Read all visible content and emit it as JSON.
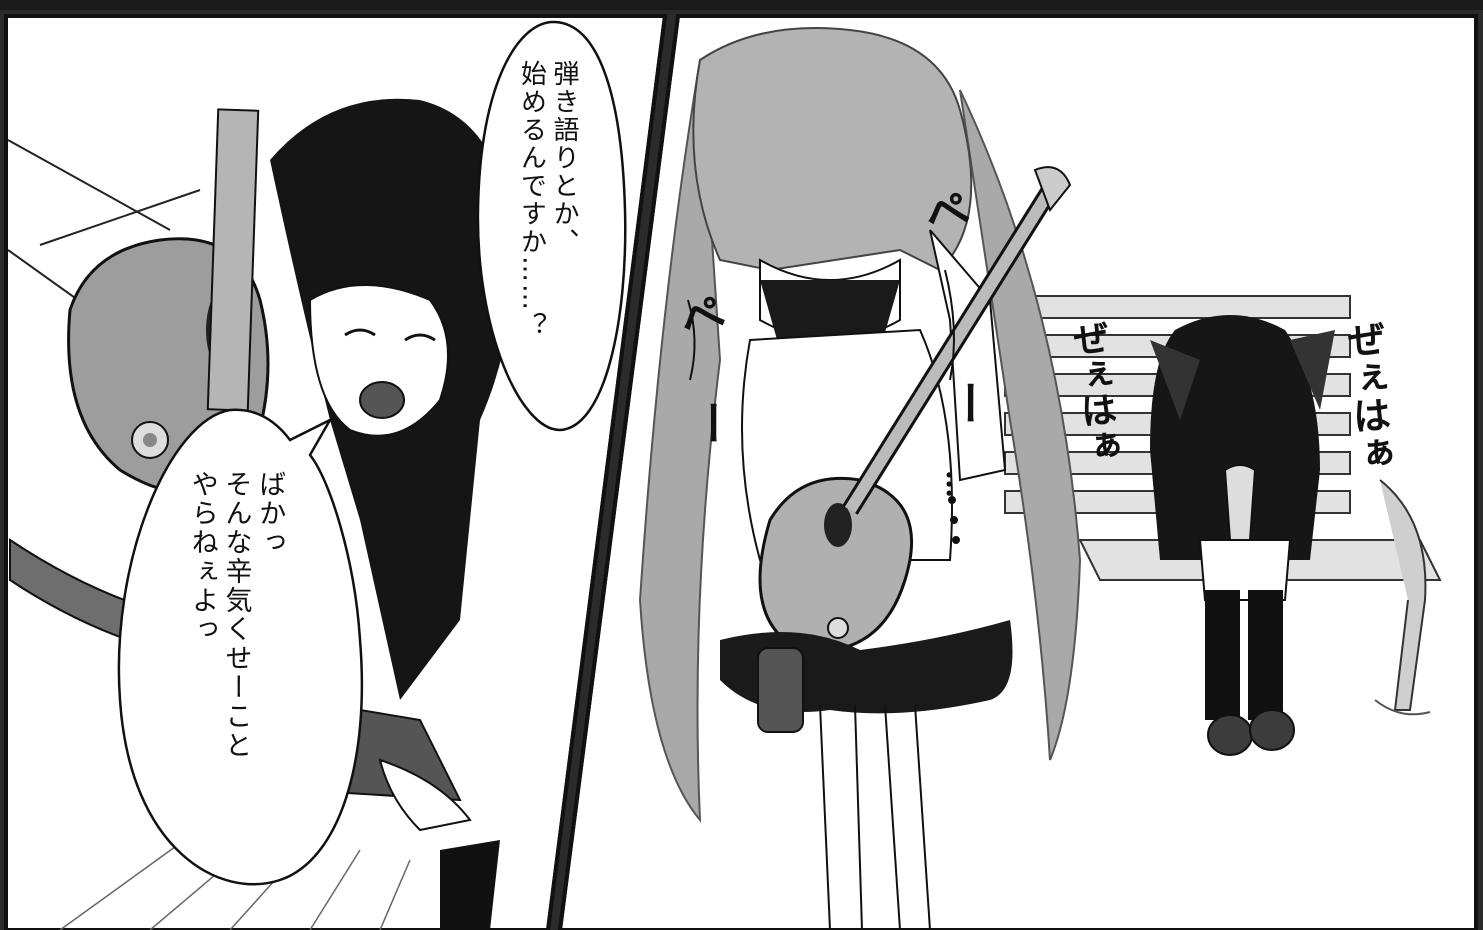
{
  "panels": {
    "left": {
      "bubble_top_lines": [
        "弾き語りとか、",
        "始めるんですか……？"
      ],
      "bubble_bottom_lines": [
        "ばかっ",
        "そんな辛気くせーこと",
        "やらねぇよっ"
      ]
    },
    "right": {
      "sfx_pe_1": "ぺ",
      "sfx_pe_2": "ぺ",
      "sfx_dash_1": "ー",
      "sfx_dash_2": "ー",
      "sfx_ellipsis": "…",
      "sfx_zeehaa_left": "ぜぇはぁ",
      "sfx_zeehaa_right": "ぜぇはぁ"
    }
  },
  "colors": {
    "ink": "#111111",
    "paper": "#ffffff",
    "tone_light": "#d6d6d6",
    "tone_mid": "#9a9a9a",
    "tone_dark": "#555555",
    "border": "#1a1a1a"
  }
}
